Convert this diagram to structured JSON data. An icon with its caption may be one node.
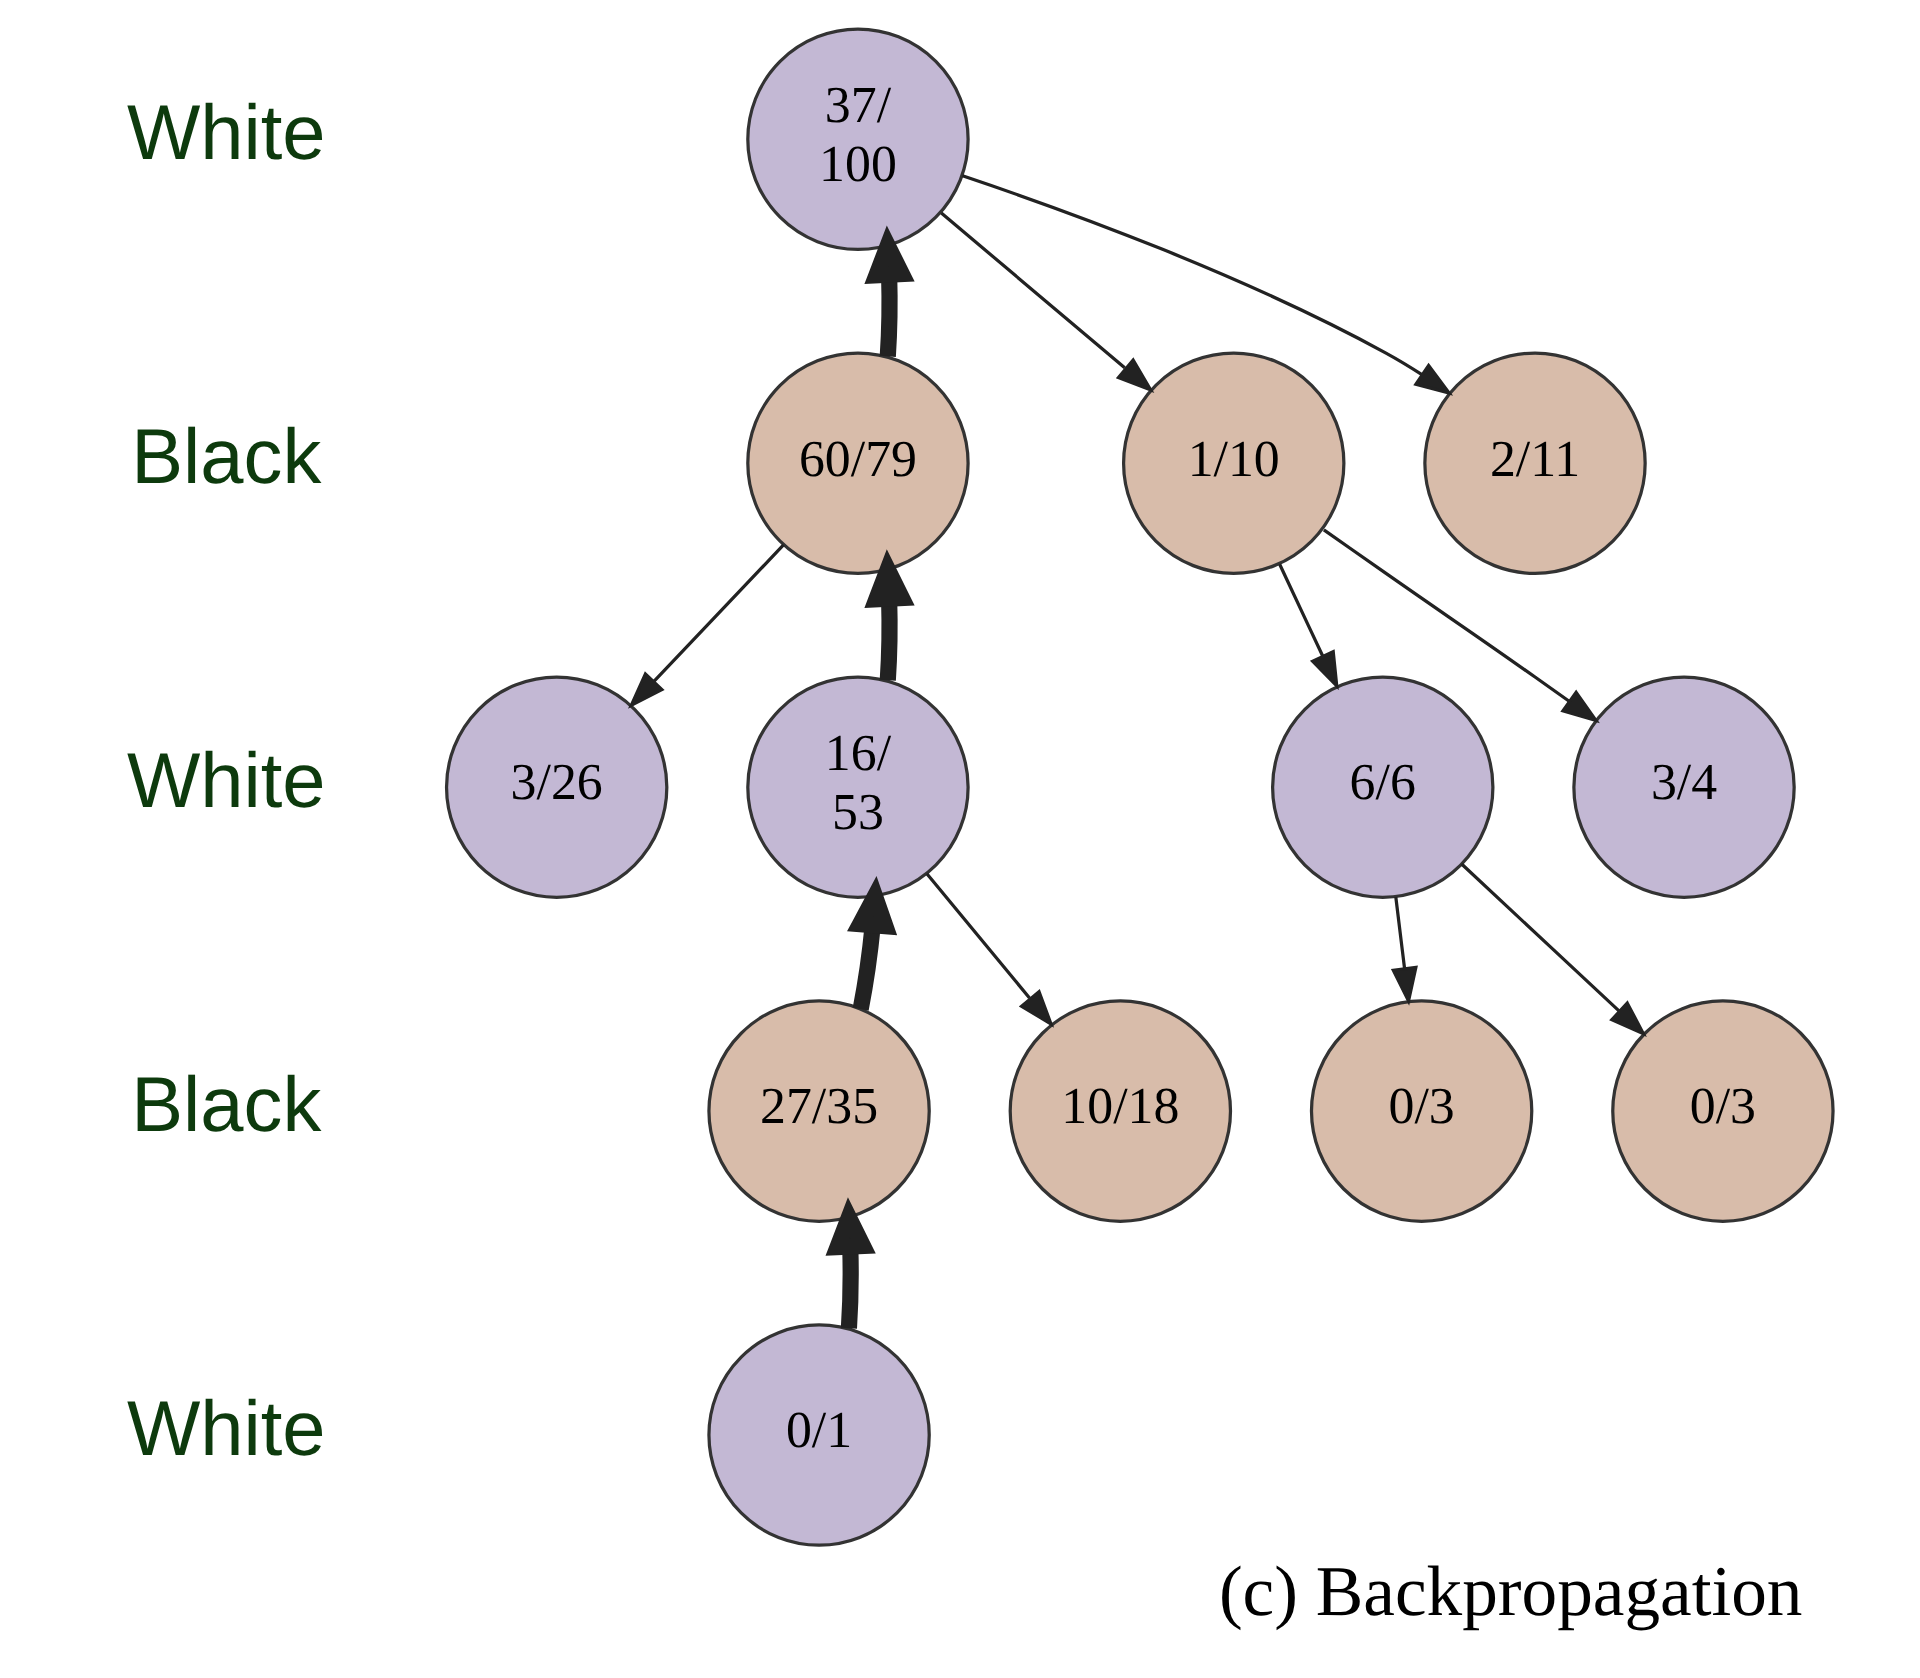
{
  "diagram": {
    "caption": "(c) Backpropagation",
    "nodes": [
      {
        "text": [
          "37/",
          "100"
        ]
      },
      {
        "text": [
          "60/79"
        ]
      },
      {
        "text": [
          "1/10"
        ]
      },
      {
        "text": [
          "2/11"
        ]
      },
      {
        "text": [
          "3/26"
        ]
      },
      {
        "text": [
          "16/",
          "53"
        ]
      },
      {
        "text": [
          "6/6"
        ]
      },
      {
        "text": [
          "3/4"
        ]
      },
      {
        "text": [
          "27/35"
        ]
      },
      {
        "text": [
          "10/18"
        ]
      },
      {
        "text": [
          "0/3"
        ]
      },
      {
        "text": [
          "0/3"
        ]
      },
      {
        "text": [
          "0/1"
        ]
      }
    ],
    "edges": [
      {
        "from": 1,
        "to": 0,
        "arrow": "to",
        "style": "thick"
      },
      {
        "from": 0,
        "to": 2,
        "arrow": "to"
      },
      {
        "from": 0,
        "to": 3,
        "arrow": "to"
      },
      {
        "from": 1,
        "to": 4,
        "arrow": "to"
      },
      {
        "from": 5,
        "to": 1,
        "arrow": "to",
        "style": "thick"
      },
      {
        "from": 2,
        "to": 6,
        "arrow": "to"
      },
      {
        "from": 2,
        "to": 7,
        "arrow": "to"
      },
      {
        "from": 8,
        "to": 5,
        "arrow": "to",
        "style": "thick"
      },
      {
        "from": 5,
        "to": 9,
        "arrow": "to"
      },
      {
        "from": 6,
        "to": 10,
        "arrow": "to"
      },
      {
        "from": 6,
        "to": 11,
        "arrow": "to"
      },
      {
        "from": 12,
        "to": 8,
        "arrow": "to",
        "style": "thick"
      }
    ],
    "labels": [
      "White",
      "Black",
      "White",
      "Black",
      "White"
    ]
  }
}
